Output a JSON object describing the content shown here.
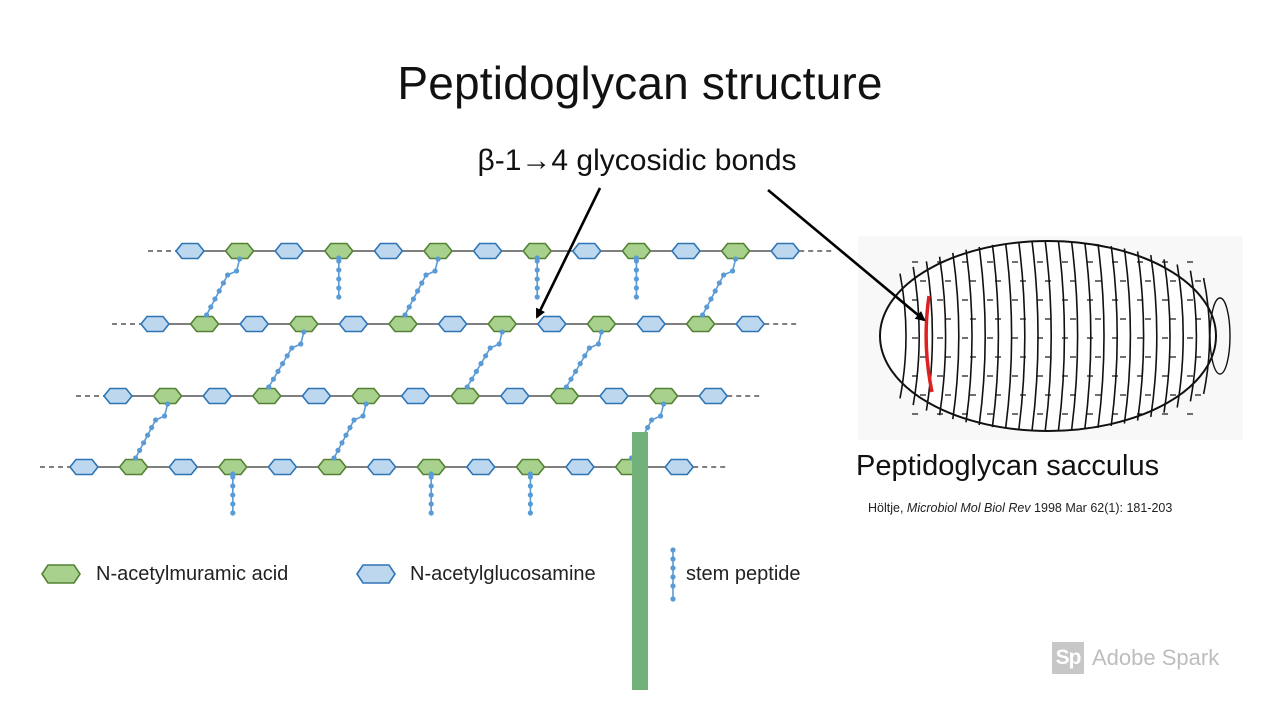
{
  "title": "Peptidoglycan structure",
  "bond_label": "β-1→4 glycosidic bonds",
  "sacculus": {
    "label": "Peptidoglycan sacculus"
  },
  "citation": {
    "author": "Höltje, ",
    "journal": "Microbiol Mol Biol Rev",
    "details": " 1998 Mar 62(1): 181-203"
  },
  "legend": {
    "nam": "N-acetylmuramic acid",
    "nag": "N-acetylglucosamine",
    "stem": "stem peptide"
  },
  "watermark": {
    "logo": "Sp",
    "text": "Adobe Spark"
  },
  "colors": {
    "nam_fill": "#a9d18e",
    "nam_stroke": "#548235",
    "nag_fill": "#bdd7ee",
    "nag_stroke": "#2e75b6",
    "peptide": "#5b9bd5",
    "highlight": "#e02020",
    "backbone": "#555555"
  }
}
